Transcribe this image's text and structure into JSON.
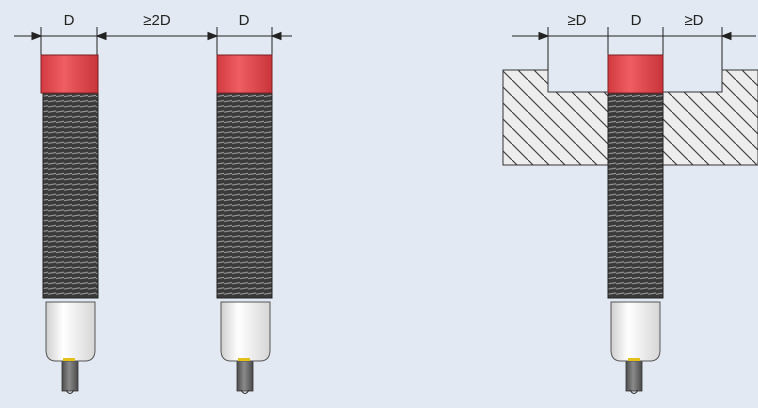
{
  "colors": {
    "background": "#e3e9f2",
    "sensor_face": "#e0484e",
    "thread_body": "#3a3a3a",
    "housing": "#f4f4f4",
    "cable": "#6b6b6b",
    "led": "#e2c21a",
    "mount_fill": "#ededed",
    "line": "#222222"
  },
  "left_figure": {
    "label_d_first": "D",
    "label_spacing": "≥2D",
    "label_d_second": "D"
  },
  "right_figure": {
    "label_clearance_left": "≥D",
    "label_d": "D",
    "label_clearance_right": "≥D"
  }
}
